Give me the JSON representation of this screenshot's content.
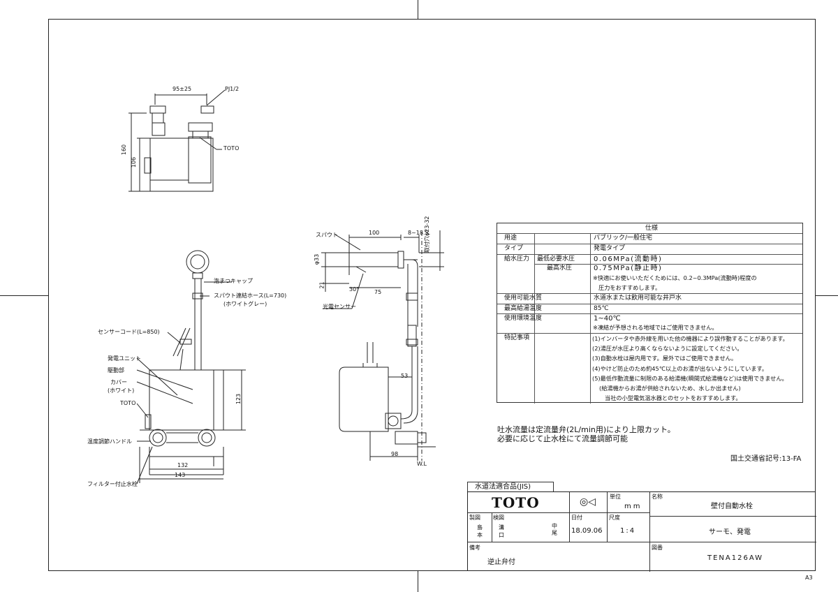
{
  "sheet_size": "A3",
  "drawing": {
    "top_view": {
      "dim_width": "95±25",
      "dim_height_total": "160",
      "dim_height_body": "106",
      "label_thread": "PJ1/2",
      "label_brand": "TOTO"
    },
    "front_view": {
      "label_cap": "泡まつキャップ",
      "label_hose": "スパウト連結ホース(L=730)",
      "label_hose_color": "(ホワイトグレー)",
      "label_sensor_cord": "センサーコード(L=850)",
      "label_generator": "発電ユニット",
      "label_drive": "駆動部",
      "label_cover": "カバー",
      "label_cover_color": "(ホワイト)",
      "label_brand": "TOTO",
      "label_temp_handle": "温度調節ハンドル",
      "label_filter_valve": "フィルター付止水栓",
      "dim_height": "123",
      "dim_width_inner": "132",
      "dim_width_outer": "143"
    },
    "side_view": {
      "label_spout": "スパウト",
      "label_sensor": "光電センサー",
      "dim_length": "100",
      "dim_wall": "8~18.5",
      "dim_mount_hole": "取付穴φ23-32",
      "dim_diameter": "φ33",
      "dim_height_21": "21",
      "dim_angle": "30°",
      "dim_75": "75",
      "dim_53": "53",
      "dim_98": "98",
      "label_wl": "W.L"
    },
    "flow_note_1": "吐水流量は定流量弁(2L/min用)により上限カット。",
    "flow_note_2": "必要に応じて止水栓にて流量調節可能",
    "mlit_code": "国土交通省記号:13-FA"
  },
  "spec_table": {
    "title": "仕様",
    "rows": [
      {
        "label": "用途",
        "sub": "",
        "value": "パブリック/一般住宅"
      },
      {
        "label": "タイプ",
        "sub": "",
        "value": "発電タイプ"
      },
      {
        "label": "給水圧力",
        "sub": "最低必要水圧",
        "value": "0.06MPa(流動時)"
      },
      {
        "label": "",
        "sub": "最高水圧",
        "value": "0.75MPa(静止時)"
      },
      {
        "label": "使用可能水質",
        "sub": "",
        "value": "水道水または飲用可能な井戸水"
      },
      {
        "label": "最高給湯温度",
        "sub": "",
        "value": "85℃"
      },
      {
        "label": "使用環境温度",
        "sub": "",
        "value": "1~40℃"
      },
      {
        "label": "特記事項",
        "sub": "",
        "value": ""
      }
    ],
    "pressure_notes": [
      "※快適にお使いいただくためには、0.2~0.3MPa(流動時)程度の",
      "圧力をおすすめします。"
    ],
    "env_note": "※凍結が予想される地域ではご使用できません。",
    "special_notes": [
      "(1)インバータや赤外線を用いた他の機器により誤作動することがあります。",
      "(2)湯圧が水圧より高くならないように設定してください。",
      "(3)自動水栓は屋内用です。屋外ではご使用できません。",
      "(4)やけど防止のため約45℃以上のお湯が出ないようにしています。",
      "(5)最低作動流量に制限のある給湯機(瞬間式給湯機など)は使用できません。",
      "(給湯機からお湯が供給されないため、水しか出ません)",
      "当社の小型電気温水器とのセットをおすすめします。"
    ]
  },
  "title_block": {
    "jis_label": "水道法適合品(JIS)",
    "brand": "TOTO",
    "unit_label": "単位",
    "unit_value": "mm",
    "name_label": "名称",
    "name_value": "壁付自動水栓",
    "drawn_label": "製図",
    "drawn_value": "島本",
    "checked_label": "検図",
    "checked_value": "溝口",
    "approved_value": "中尾",
    "date_label": "日付",
    "date_value": "18.09.06",
    "scale_label": "尺度",
    "scale_value": "1:4",
    "sub_name": "サーモ、発電",
    "remarks_label": "備考",
    "remarks_value": "逆止弁付",
    "drawing_no_label": "図番",
    "drawing_no_value": "TENA126AW"
  }
}
